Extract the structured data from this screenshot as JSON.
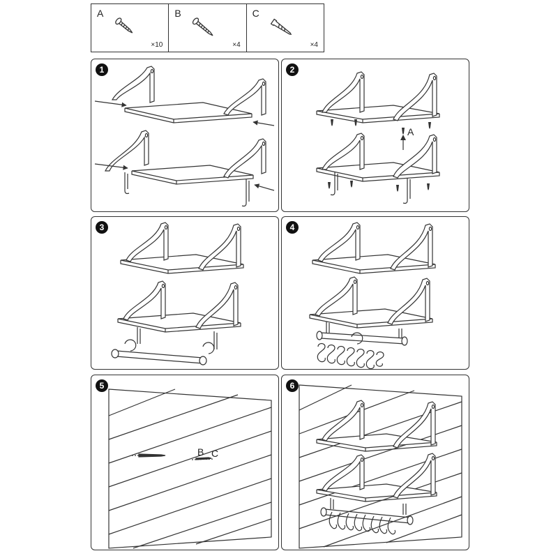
{
  "parts": [
    {
      "letter": "A",
      "qty": "×10"
    },
    {
      "letter": "B",
      "qty": "×4"
    },
    {
      "letter": "C",
      "qty": "×4"
    }
  ],
  "steps": [
    {
      "number": "1"
    },
    {
      "number": "2",
      "screw_label": "A"
    },
    {
      "number": "3"
    },
    {
      "number": "4"
    },
    {
      "number": "5",
      "label_b": "B",
      "label_c": "C"
    },
    {
      "number": "6"
    }
  ],
  "colors": {
    "line": "#333333",
    "step_badge": "#111111",
    "background": "#ffffff"
  }
}
